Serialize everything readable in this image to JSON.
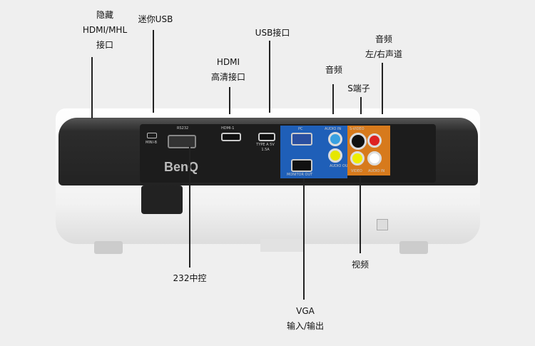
{
  "labels": {
    "hidden_hdmi": [
      "隐藏",
      "HDMI/MHL",
      "接口"
    ],
    "mini_usb": "迷你USB",
    "hdmi": [
      "HDMI",
      "高清接口"
    ],
    "usb": "USB接口",
    "audio": "音频",
    "s_video": "S端子",
    "audio_lr": [
      "音频",
      "左/右声道"
    ],
    "rs232": "232中控",
    "vga": [
      "VGA",
      "输入/输出"
    ],
    "video": "视频"
  },
  "panel": {
    "brand": "BenQ",
    "rs232": "RS232",
    "hdmi": "HDMI-1",
    "mini_b": "MINI-B",
    "type_a": "TYPE A 5V 1.5A",
    "pc": "PC",
    "audio_in": "AUDIO IN",
    "audio_out": "AUDIO OUT",
    "monitor_out": "MONITOR OUT",
    "s_video": "S-VIDEO",
    "video": "VIDEO",
    "audio_in_lr": "AUDIO IN"
  }
}
